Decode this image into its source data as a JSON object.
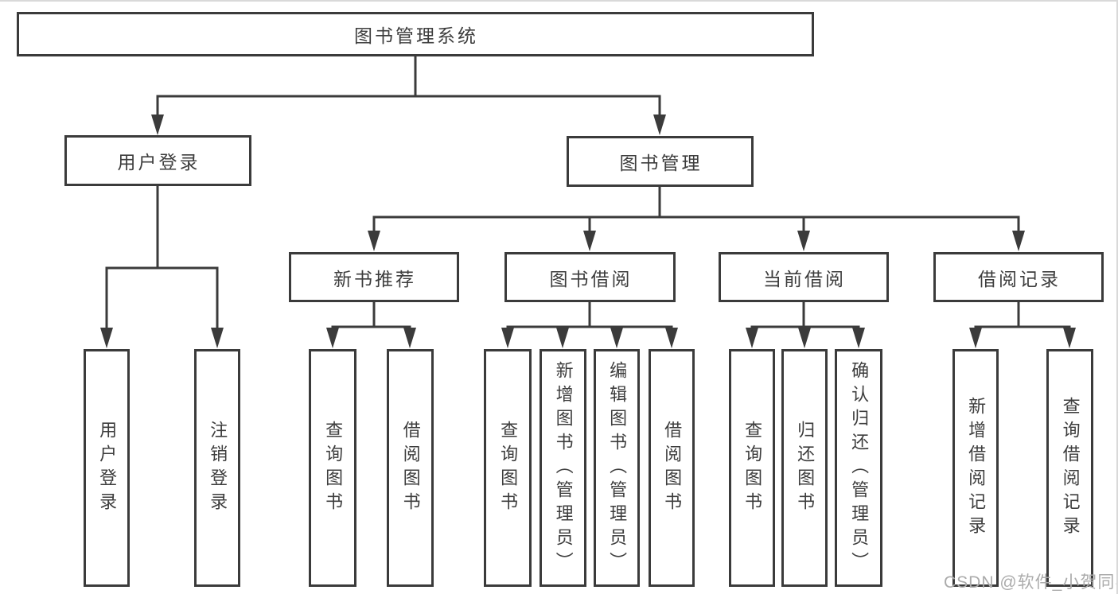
{
  "tree": {
    "root": {
      "label": "图书管理系统",
      "children": [
        {
          "label": "用户登录",
          "children": [
            {
              "label": "用户登录"
            },
            {
              "label": "注销登录"
            }
          ]
        },
        {
          "label": "图书管理",
          "children": [
            {
              "label": "新书推荐",
              "children": [
                {
                  "label": "查询图书"
                },
                {
                  "label": "借阅图书"
                }
              ]
            },
            {
              "label": "图书借阅",
              "children": [
                {
                  "label": "查询图书"
                },
                {
                  "label": "新增图书（管理员）"
                },
                {
                  "label": "编辑图书（管理员）"
                },
                {
                  "label": "借阅图书"
                }
              ]
            },
            {
              "label": "当前借阅",
              "children": [
                {
                  "label": "查询图书"
                },
                {
                  "label": "归还图书"
                },
                {
                  "label": "确认归还（管理员）"
                }
              ]
            },
            {
              "label": "借阅记录",
              "children": [
                {
                  "label": "新增借阅记录"
                },
                {
                  "label": "查询借阅记录"
                }
              ]
            }
          ]
        }
      ]
    }
  },
  "watermark": "CSDN @软件_小贺同学",
  "colors": {
    "line": "#3b3b3b",
    "text": "#3d3d3d",
    "watermark": "#ababab",
    "background": "#ffffff"
  }
}
